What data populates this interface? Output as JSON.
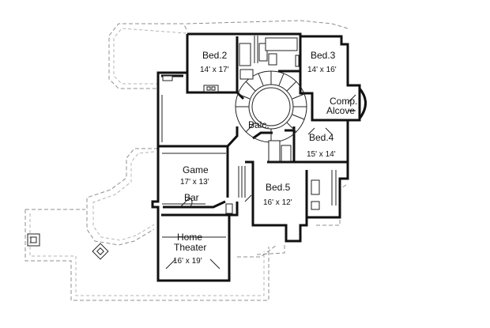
{
  "rooms": [
    {
      "name": "Bed.2",
      "dims": "14' x 17'"
    },
    {
      "name": "Bed.3",
      "dims": "14' x 16'"
    },
    {
      "name": "Comp.",
      "line2": "Alcove"
    },
    {
      "name": "Balc."
    },
    {
      "name": "Bed.4",
      "dims": "15' x 14'"
    },
    {
      "name": "Game",
      "dims": "17' x 13'"
    },
    {
      "name": "Bar"
    },
    {
      "name": "Bed.5",
      "dims": "16' x 12'"
    },
    {
      "name": "Home",
      "line2": "Theater",
      "dims": "16' x 19'"
    }
  ]
}
